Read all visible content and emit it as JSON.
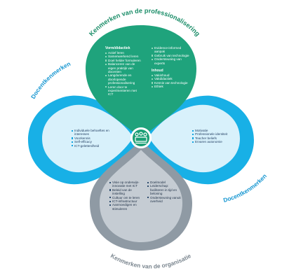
{
  "colors": {
    "top": "#1fa37c",
    "top_lobe": "#18936d",
    "left_outer": "#18b0e6",
    "left_inner": "#d8f1fb",
    "right_outer": "#18b0e6",
    "right_inner": "#d8f1fb",
    "bottom": "#8f9aa4",
    "bottom_inner": "#c5ccd3",
    "center": "#1a9e74",
    "curve_label_top": "#1a8d68",
    "curve_label_side": "#1596d1",
    "curve_label_bottom": "#7c8790"
  },
  "curve_labels": {
    "top": "Kenmerken van de professionalisering",
    "left": "Docentkenmerken",
    "right": "Docentkenmerken",
    "bottom": "Kenmerken van de organisatie"
  },
  "center_icon": "people-group-icon",
  "top": {
    "col1_heading": "Vorm/didactiek",
    "col1_items": [
      "Actief leren",
      "Samenwerkend leren",
      "Doel helder formuleren",
      "Balanceren van de eigen praktijk van docenten",
      "Langdurende en doorlopende professionalisering",
      "Leren door te experimenteren met ICT"
    ],
    "col2_items_top": [
      "Evidence-informed aanpak",
      "Gebruik van technologie",
      "Ondersteuning van experts"
    ],
    "col2_heading": "Inhoud",
    "col2_items_bottom": [
      "Vakinhoud",
      "Vakdidactiek",
      "Kennis van technologie",
      "Ethiek"
    ]
  },
  "left": {
    "items": [
      "Individuele behoeftes en interesses",
      "Voorkennis",
      "Self-efficacy",
      "ICT-geletterdheid"
    ]
  },
  "right": {
    "items": [
      "Motivatie",
      "Professionele identiteit",
      "Teacher beliefs",
      "Ervaren autonomie"
    ]
  },
  "bottom": {
    "col1_items": [
      "Visie op onderwijs-innovatie met ICT",
      "Beleid van de instelling",
      "Cultuur om te leren",
      "ICT-infrastructuur",
      "Aanmoedigen en stimuleren"
    ],
    "col2_items": [
      "Doelmodel",
      "Leiderschap: faciliteren in tijd en beloning",
      "Ondersteuning vanuit overheid"
    ]
  }
}
